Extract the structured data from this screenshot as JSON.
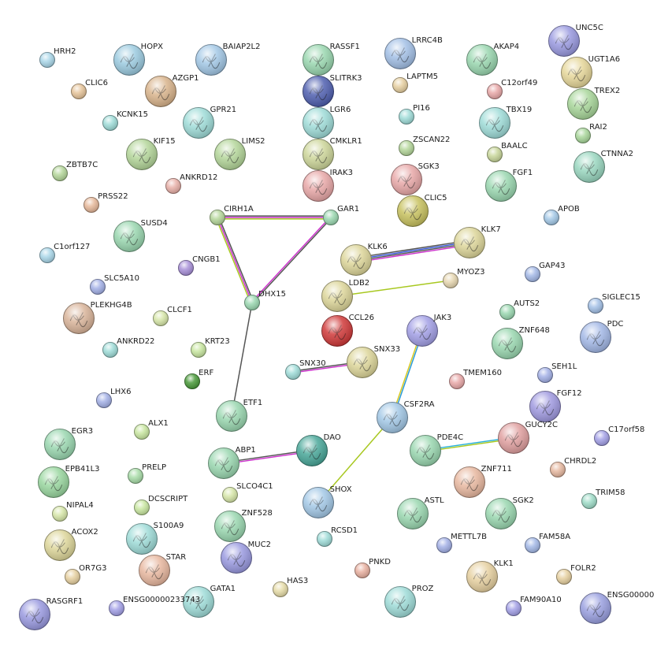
{
  "nodes": [
    {
      "id": "HRH2",
      "label": "HRH2",
      "color": "#a9d6e8",
      "size": "s",
      "structure": false
    },
    {
      "id": "HOPX",
      "label": "HOPX",
      "color": "#9ccbe0",
      "size": "l",
      "structure": true
    },
    {
      "id": "BAIAP2L2",
      "label": "BAIAP2L2",
      "color": "#a3c8e6",
      "size": "l",
      "structure": true
    },
    {
      "id": "RASSF1",
      "label": "RASSF1",
      "color": "#9ad7b0",
      "size": "l",
      "structure": true
    },
    {
      "id": "LRRC4B",
      "label": "LRRC4B",
      "color": "#a3c0e6",
      "size": "l",
      "structure": true
    },
    {
      "id": "AKAP4",
      "label": "AKAP4",
      "color": "#9ad7b0",
      "size": "l",
      "structure": true
    },
    {
      "id": "UNC5C",
      "label": "UNC5C",
      "color": "#9a9ae0",
      "size": "l",
      "structure": true
    },
    {
      "id": "CLIC6",
      "label": "CLIC6",
      "color": "#e6c49a",
      "size": "s",
      "structure": false
    },
    {
      "id": "AZGP1",
      "label": "AZGP1",
      "color": "#d9b48c",
      "size": "l",
      "structure": true
    },
    {
      "id": "SLITRK3",
      "label": "SLITRK3",
      "color": "#5060b0",
      "size": "l",
      "structure": true
    },
    {
      "id": "LAPTM5",
      "label": "LAPTM5",
      "color": "#e6cfa0",
      "size": "s",
      "structure": false
    },
    {
      "id": "C12orf49",
      "label": "C12orf49",
      "color": "#e8a8a8",
      "size": "s",
      "structure": false
    },
    {
      "id": "UGT1A6",
      "label": "UGT1A6",
      "color": "#e6d79a",
      "size": "l",
      "structure": true
    },
    {
      "id": "KCNK15",
      "label": "KCNK15",
      "color": "#9fdcd8",
      "size": "s",
      "structure": false
    },
    {
      "id": "GPR21",
      "label": "GPR21",
      "color": "#9fdcd8",
      "size": "l",
      "structure": true
    },
    {
      "id": "LGR6",
      "label": "LGR6",
      "color": "#9fdcd8",
      "size": "l",
      "structure": true
    },
    {
      "id": "PI16",
      "label": "PI16",
      "color": "#9fdcd8",
      "size": "s",
      "structure": false
    },
    {
      "id": "TBX19",
      "label": "TBX19",
      "color": "#9fdcd8",
      "size": "l",
      "structure": true
    },
    {
      "id": "TREX2",
      "label": "TREX2",
      "color": "#a8d69a",
      "size": "l",
      "structure": true
    },
    {
      "id": "KIF15",
      "label": "KIF15",
      "color": "#b4d69a",
      "size": "l",
      "structure": true
    },
    {
      "id": "LIMS2",
      "label": "LIMS2",
      "color": "#b4d69a",
      "size": "l",
      "structure": true
    },
    {
      "id": "CMKLR1",
      "label": "CMKLR1",
      "color": "#cdd69a",
      "size": "l",
      "structure": true
    },
    {
      "id": "ZSCAN22",
      "label": "ZSCAN22",
      "color": "#b4d69a",
      "size": "s",
      "structure": false
    },
    {
      "id": "RAI2",
      "label": "RAI2",
      "color": "#a8d69a",
      "size": "s",
      "structure": false
    },
    {
      "id": "BAALC",
      "label": "BAALC",
      "color": "#c8d69a",
      "size": "s",
      "structure": false
    },
    {
      "id": "ZBTB7C",
      "label": "ZBTB7C",
      "color": "#b4d69a",
      "size": "s",
      "structure": false
    },
    {
      "id": "CTNNA2",
      "label": "CTNNA2",
      "color": "#9ad7c0",
      "size": "l",
      "structure": true
    },
    {
      "id": "ANKRD12",
      "label": "ANKRD12",
      "color": "#e8b0a8",
      "size": "s",
      "structure": false
    },
    {
      "id": "IRAK3",
      "label": "IRAK3",
      "color": "#e8a8a8",
      "size": "l",
      "structure": true
    },
    {
      "id": "SGK3",
      "label": "SGK3",
      "color": "#e8a8a8",
      "size": "l",
      "structure": true
    },
    {
      "id": "FGF1",
      "label": "FGF1",
      "color": "#9ad7b0",
      "size": "l",
      "structure": true
    },
    {
      "id": "PRSS22",
      "label": "PRSS22",
      "color": "#e6b89a",
      "size": "s",
      "structure": false
    },
    {
      "id": "CIRH1A",
      "label": "CIRH1A",
      "color": "#b4d69a",
      "size": "s",
      "structure": false
    },
    {
      "id": "GAR1",
      "label": "GAR1",
      "color": "#9ad7b0",
      "size": "s",
      "structure": false
    },
    {
      "id": "CLIC5",
      "label": "CLIC5",
      "color": "#c8c260",
      "size": "l",
      "structure": true
    },
    {
      "id": "APOB",
      "label": "APOB",
      "color": "#a3c8e6",
      "size": "s",
      "structure": false
    },
    {
      "id": "SUSD4",
      "label": "SUSD4",
      "color": "#9ad7b0",
      "size": "l",
      "structure": true
    },
    {
      "id": "KLK7",
      "label": "KLK7",
      "color": "#ddd69a",
      "size": "l",
      "structure": true
    },
    {
      "id": "C1orf127",
      "label": "C1orf127",
      "color": "#a9d6e8",
      "size": "s",
      "structure": false
    },
    {
      "id": "CNGB1",
      "label": "CNGB1",
      "color": "#a890d8",
      "size": "s",
      "structure": false
    },
    {
      "id": "KLK6",
      "label": "KLK6",
      "color": "#ddd69a",
      "size": "l",
      "structure": true
    },
    {
      "id": "GAP43",
      "label": "GAP43",
      "color": "#a3b8e6",
      "size": "s",
      "structure": false
    },
    {
      "id": "SLC5A10",
      "label": "SLC5A10",
      "color": "#a3b0e6",
      "size": "s",
      "structure": false
    },
    {
      "id": "LDB2",
      "label": "LDB2",
      "color": "#ddd69a",
      "size": "l",
      "structure": true
    },
    {
      "id": "MYOZ3",
      "label": "MYOZ3",
      "color": "#e6d6b0",
      "size": "s",
      "structure": false
    },
    {
      "id": "DHX15",
      "label": "DHX15",
      "color": "#9ad7b0",
      "size": "s",
      "structure": false
    },
    {
      "id": "PLEKHG4B",
      "label": "PLEKHG4B",
      "color": "#d9b49a",
      "size": "l",
      "structure": true
    },
    {
      "id": "CLCF1",
      "label": "CLCF1",
      "color": "#d6e6a8",
      "size": "s",
      "structure": false
    },
    {
      "id": "AUTS2",
      "label": "AUTS2",
      "color": "#9ad7b0",
      "size": "s",
      "structure": false
    },
    {
      "id": "SIGLEC15",
      "label": "SIGLEC15",
      "color": "#a3c0e6",
      "size": "s",
      "structure": false
    },
    {
      "id": "CCL26",
      "label": "CCL26",
      "color": "#d03a3a",
      "size": "l",
      "structure": true
    },
    {
      "id": "JAK3",
      "label": "JAK3",
      "color": "#a3a0e6",
      "size": "l",
      "structure": true
    },
    {
      "id": "ZNF648",
      "label": "ZNF648",
      "color": "#9ad7b0",
      "size": "l",
      "structure": true
    },
    {
      "id": "PDC",
      "label": "PDC",
      "color": "#a3b8e6",
      "size": "l",
      "structure": true
    },
    {
      "id": "ANKRD22",
      "label": "ANKRD22",
      "color": "#9fdcd8",
      "size": "s",
      "structure": false
    },
    {
      "id": "KRT23",
      "label": "KRT23",
      "color": "#c8e6a0",
      "size": "s",
      "structure": false
    },
    {
      "id": "SNX30",
      "label": "SNX30",
      "color": "#9fdcd8",
      "size": "s",
      "structure": false
    },
    {
      "id": "SNX33",
      "label": "SNX33",
      "color": "#ddd69a",
      "size": "l",
      "structure": true
    },
    {
      "id": "ERF",
      "label": "ERF",
      "color": "#4a9a3a",
      "size": "s",
      "structure": false
    },
    {
      "id": "TMEM160",
      "label": "TMEM160",
      "color": "#e8a8a8",
      "size": "s",
      "structure": false
    },
    {
      "id": "SEH1L",
      "label": "SEH1L",
      "color": "#a3b0e6",
      "size": "s",
      "structure": false
    },
    {
      "id": "LHX6",
      "label": "LHX6",
      "color": "#a3b0e6",
      "size": "s",
      "structure": false
    },
    {
      "id": "FGF12",
      "label": "FGF12",
      "color": "#a09ae0",
      "size": "l",
      "structure": true
    },
    {
      "id": "ETF1",
      "label": "ETF1",
      "color": "#9ad7b0",
      "size": "l",
      "structure": true
    },
    {
      "id": "CSF2RA",
      "label": "CSF2RA",
      "color": "#a3c8e6",
      "size": "l",
      "structure": true
    },
    {
      "id": "ALX1",
      "label": "ALX1",
      "color": "#c8e6a0",
      "size": "s",
      "structure": false
    },
    {
      "id": "GUCY2C",
      "label": "GUCY2C",
      "color": "#e0a0a0",
      "size": "l",
      "structure": true
    },
    {
      "id": "C17orf58",
      "label": "C17orf58",
      "color": "#a3a0e6",
      "size": "s",
      "structure": false
    },
    {
      "id": "EGR3",
      "label": "EGR3",
      "color": "#9ad7b0",
      "size": "l",
      "structure": true
    },
    {
      "id": "DAO",
      "label": "DAO",
      "color": "#4aa89a",
      "size": "l",
      "structure": true
    },
    {
      "id": "PDE4C",
      "label": "PDE4C",
      "color": "#9ad7b0",
      "size": "l",
      "structure": true
    },
    {
      "id": "ABP1",
      "label": "ABP1",
      "color": "#9ad7b0",
      "size": "l",
      "structure": true
    },
    {
      "id": "CHRDL2",
      "label": "CHRDL2",
      "color": "#e6b8a0",
      "size": "s",
      "structure": false
    },
    {
      "id": "EPB41L3",
      "label": "EPB41L3",
      "color": "#9ad7a0",
      "size": "l",
      "structure": true
    },
    {
      "id": "PRELP",
      "label": "PRELP",
      "color": "#a8dca8",
      "size": "s",
      "structure": false
    },
    {
      "id": "ZNF711",
      "label": "ZNF711",
      "color": "#e8b8a0",
      "size": "l",
      "structure": true
    },
    {
      "id": "SLCO4C1",
      "label": "SLCO4C1",
      "color": "#d6e6a8",
      "size": "s",
      "structure": false
    },
    {
      "id": "SHOX",
      "label": "SHOX",
      "color": "#a3c8e6",
      "size": "l",
      "structure": true
    },
    {
      "id": "TRIM58",
      "label": "TRIM58",
      "color": "#9fdcc8",
      "size": "s",
      "structure": false
    },
    {
      "id": "DCSCRIPT",
      "label": "DCSCRIPT",
      "color": "#c8e6a0",
      "size": "s",
      "structure": false
    },
    {
      "id": "NIPAL4",
      "label": "NIPAL4",
      "color": "#d6e6a8",
      "size": "s",
      "structure": false
    },
    {
      "id": "ASTL",
      "label": "ASTL",
      "color": "#9ad7b0",
      "size": "l",
      "structure": true
    },
    {
      "id": "SGK2",
      "label": "SGK2",
      "color": "#9ad7b0",
      "size": "l",
      "structure": true
    },
    {
      "id": "ZNF528",
      "label": "ZNF528",
      "color": "#9ad7b0",
      "size": "l",
      "structure": true
    },
    {
      "id": "ACOX2",
      "label": "ACOX2",
      "color": "#ddd69a",
      "size": "l",
      "structure": true
    },
    {
      "id": "S100A9",
      "label": "S100A9",
      "color": "#9fdcd8",
      "size": "l",
      "structure": true
    },
    {
      "id": "RCSD1",
      "label": "RCSD1",
      "color": "#9fdcd8",
      "size": "s",
      "structure": false
    },
    {
      "id": "METTL7B",
      "label": "METTL7B",
      "color": "#a3b0e6",
      "size": "s",
      "structure": false
    },
    {
      "id": "FAM58A",
      "label": "FAM58A",
      "color": "#a3b8e6",
      "size": "s",
      "structure": false
    },
    {
      "id": "MUC2",
      "label": "MUC2",
      "color": "#9a9ae0",
      "size": "l",
      "structure": true
    },
    {
      "id": "STAR",
      "label": "STAR",
      "color": "#e8b8a0",
      "size": "l",
      "structure": true
    },
    {
      "id": "OR7G3",
      "label": "OR7G3",
      "color": "#e6d0a0",
      "size": "s",
      "structure": false
    },
    {
      "id": "PNKD",
      "label": "PNKD",
      "color": "#e8b0a0",
      "size": "s",
      "structure": false
    },
    {
      "id": "KLK1",
      "label": "KLK1",
      "color": "#e6d0a0",
      "size": "l",
      "structure": true
    },
    {
      "id": "FOLR2",
      "label": "FOLR2",
      "color": "#e6d0a0",
      "size": "s",
      "structure": false
    },
    {
      "id": "HAS3",
      "label": "HAS3",
      "color": "#e6dca8",
      "size": "s",
      "structure": false
    },
    {
      "id": "GATA1",
      "label": "GATA1",
      "color": "#9fdcd8",
      "size": "l",
      "structure": true
    },
    {
      "id": "PROZ",
      "label": "PROZ",
      "color": "#9fdcd8",
      "size": "l",
      "structure": true
    },
    {
      "id": "RASGRF1",
      "label": "RASGRF1",
      "color": "#9a9ae0",
      "size": "l",
      "structure": true
    },
    {
      "id": "ENSG00000233743",
      "label": "ENSG00000233743",
      "color": "#a3a0e6",
      "size": "s",
      "structure": false
    },
    {
      "id": "FAM90A10",
      "label": "FAM90A10",
      "color": "#a3a0e6",
      "size": "s",
      "structure": false
    },
    {
      "id": "ENSG00000",
      "label": "ENSG00000",
      "color": "#9aa0e0",
      "size": "l",
      "structure": true
    }
  ],
  "edges": [
    {
      "source": "CIRH1A",
      "target": "GAR1",
      "colors": [
        "#555555",
        "#cc33cc",
        "#a8c820"
      ]
    },
    {
      "source": "CIRH1A",
      "target": "DHX15",
      "colors": [
        "#555555",
        "#cc33cc",
        "#a8c820"
      ]
    },
    {
      "source": "GAR1",
      "target": "DHX15",
      "colors": [
        "#555555",
        "#cc33cc"
      ]
    },
    {
      "source": "DHX15",
      "target": "ETF1",
      "colors": [
        "#555555"
      ]
    },
    {
      "source": "KLK6",
      "target": "KLK7",
      "colors": [
        "#555555",
        "#3a5ad8",
        "#555555",
        "#cc33cc"
      ]
    },
    {
      "source": "LDB2",
      "target": "MYOZ3",
      "colors": [
        "#a8c820"
      ]
    },
    {
      "source": "SNX30",
      "target": "SNX33",
      "colors": [
        "#555555",
        "#cc33cc"
      ]
    },
    {
      "source": "JAK3",
      "target": "CSF2RA",
      "colors": [
        "#2a9ad8",
        "#d8c820"
      ]
    },
    {
      "source": "CSF2RA",
      "target": "SHOX",
      "colors": [
        "#a8c820"
      ]
    },
    {
      "source": "ABP1",
      "target": "DAO",
      "colors": [
        "#555555",
        "#cc33cc"
      ]
    },
    {
      "source": "PDE4C",
      "target": "GUCY2C",
      "colors": [
        "#2ab0d8",
        "#a8c820"
      ]
    }
  ]
}
